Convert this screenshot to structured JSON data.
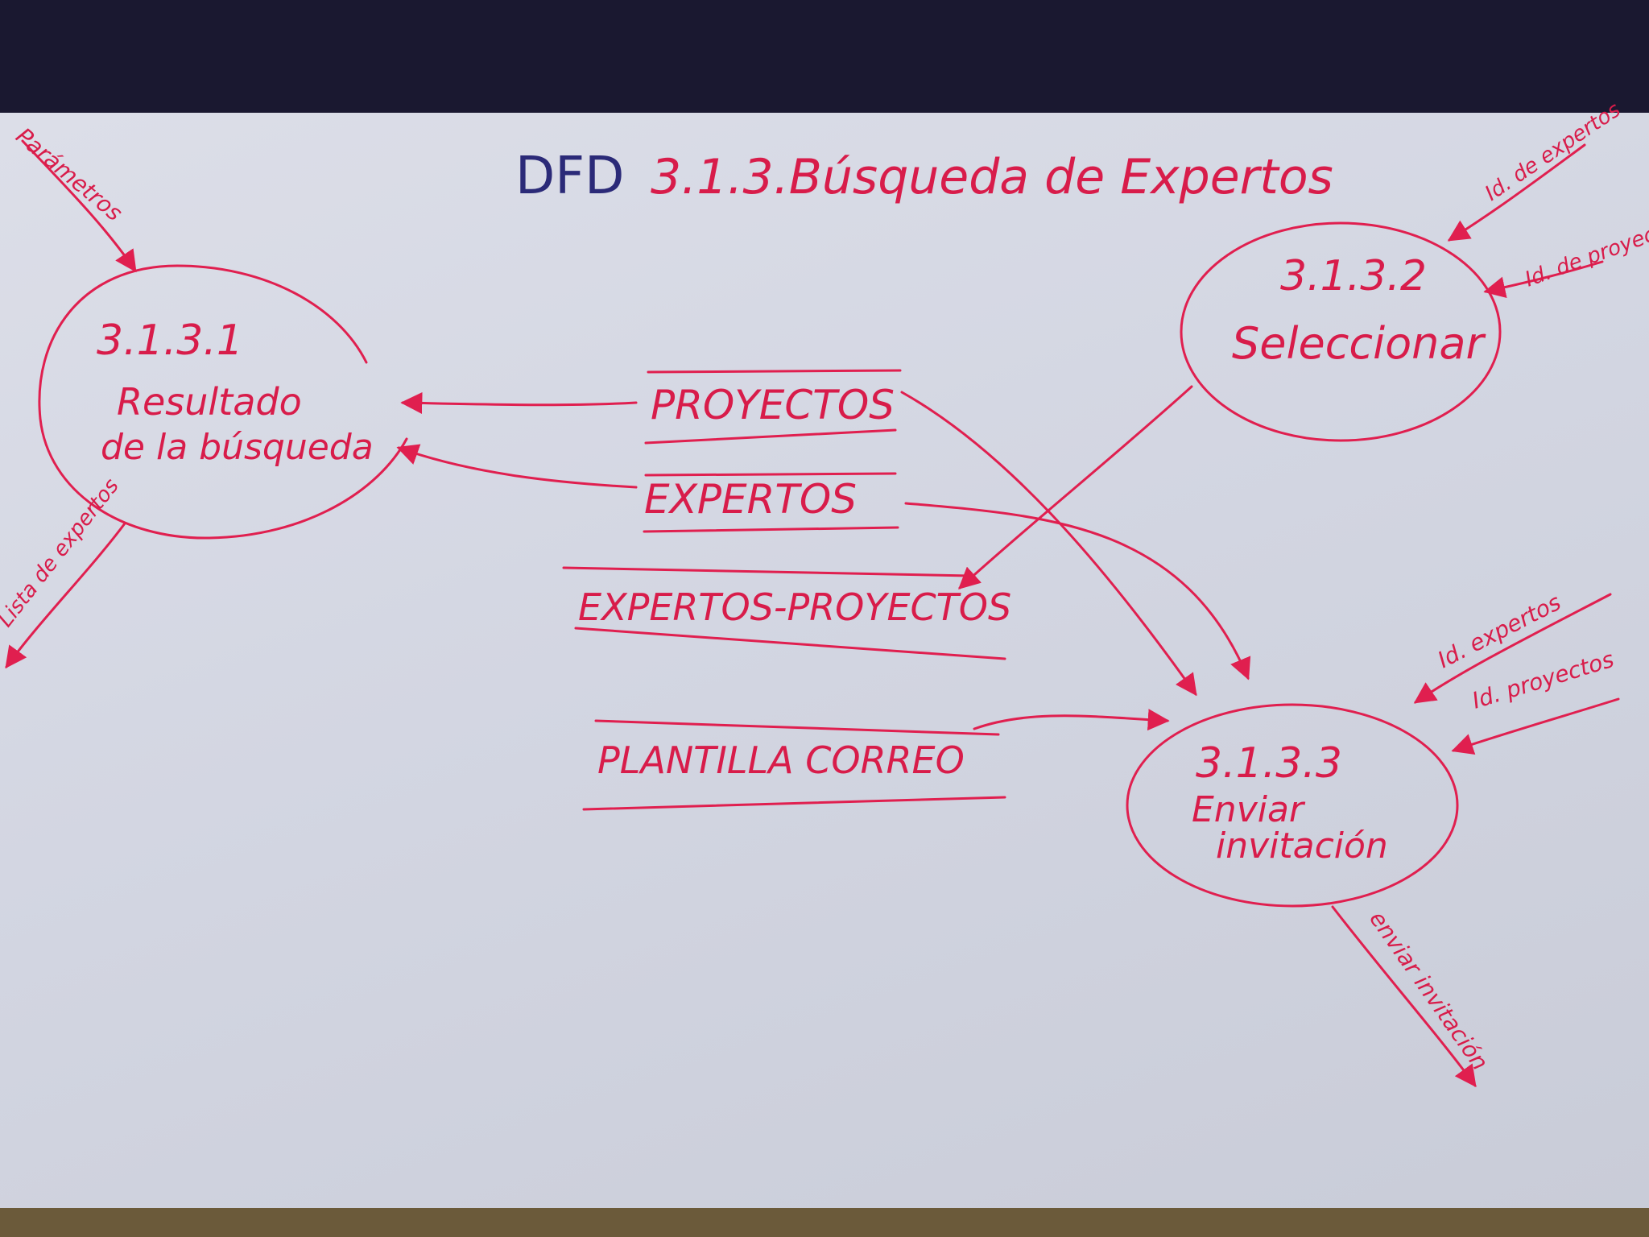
{
  "title": {
    "prefix": "DFD",
    "text": "3.1.3.Búsqueda de Expertos"
  },
  "processes": [
    {
      "id": "3.1.3.1",
      "name_line1": "Resultado",
      "name_line2": "de la búsqueda"
    },
    {
      "id": "3.1.3.2",
      "name_line1": "Seleccionar",
      "name_line2": ""
    },
    {
      "id": "3.1.3.3",
      "name_line1": "Enviar",
      "name_line2": "invitación"
    }
  ],
  "data_stores": [
    "PROYECTOS",
    "EXPERTOS",
    "EXPERTOS-PROYECTOS",
    "PLANTILLA CORREO"
  ],
  "external_flows": {
    "parametros": "Parámetros",
    "lista_expertos": "Lista de expertos",
    "id_expertos_in_2": "Id. de expertos",
    "id_proyectos_in_2": "Id. de proyectos",
    "id_expertos_in_3": "Id. expertos",
    "id_proyectos_in_3": "Id. proyectos",
    "enviar_invitacion": "enviar invitación"
  },
  "colors": {
    "ink": "#e01f4f",
    "title_ink": "#2b2a78",
    "board": "#d6d8e3"
  }
}
